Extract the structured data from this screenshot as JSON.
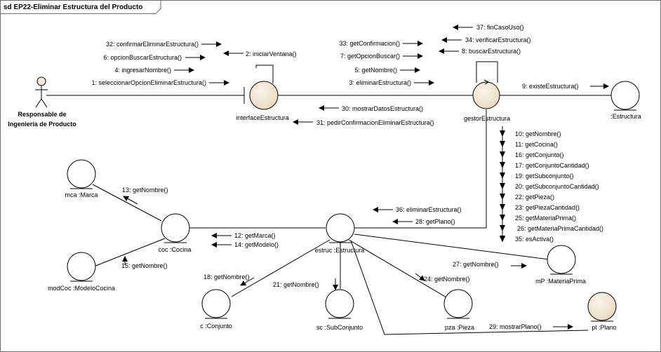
{
  "frame": {
    "title": "sd EP22-Eliminar Estructura del Producto"
  },
  "actor": {
    "label_line1": "Responsable de",
    "label_line2": "Ingeniería de Producto"
  },
  "objects": {
    "interface": "interfaceEstructura",
    "gestor": "gestorEstructura",
    "estructura": ":Estructura",
    "estruc": "estruc :Estructura",
    "coc": "coc :Cocina",
    "mca": "mca :Marca",
    "modcoc": "modCoc :ModeloCocina",
    "conjunto": "c :Conjunto",
    "subconjunto": "sc :SubConjunto",
    "pieza": "pza :Pieza",
    "materia": "mP :MateriaPrima",
    "plano": "pl :Plano"
  },
  "messages": {
    "m32": "32: confirmarEliminarEstructura()",
    "m6": "6: opcionBuscarEstructura()",
    "m4": "4: ingresarNombre()",
    "m1": "1: seleccionarOpcionEliminarEstructura()",
    "m2": "2: iniciarVentana()",
    "m33": "33: getConfirmacion()",
    "m7": "7: getOpcionBuscar()",
    "m5": "5: getNombre()",
    "m3": "3: eliminarEstructura()",
    "m37": "37: finCasoUso()",
    "m34": "34: verificarEstructura()",
    "m8": "8: buscarEstructura()",
    "m9": "9: existeEstructura()",
    "m30": "30: mostrarDatosEstructura()",
    "m31": "31: pedirConfirmacionEliminarEstructura()",
    "m10": "10: getNombre()",
    "m11": "11: getCocina()",
    "m16": "16: getConjunto()",
    "m17": "17: getConjuntoCantidad()",
    "m19": "19: getSubconjunto()",
    "m20": "20: getSubconjuntoCantidad()",
    "m22": "22: getPieza()",
    "m23": "23: getPiezaCantidad()",
    "m25": "25: getMateriaPrima()",
    "m26": "26: getMateriaPrimaCantidad()",
    "m35": "35: esActiva()",
    "m36": "36: eliminarEstructura()",
    "m28": "28: getPlano()",
    "m12": "12: getMarca()",
    "m14": "14: getModelo()",
    "m13": "13: getNombre()",
    "m15": "15: getNombre()",
    "m18": "18: getNombre()",
    "m21": "21: getNombre()",
    "m24": "24: getNombre()",
    "m27": "27: getNombre()",
    "m29": "29: mostrarPlano()"
  }
}
